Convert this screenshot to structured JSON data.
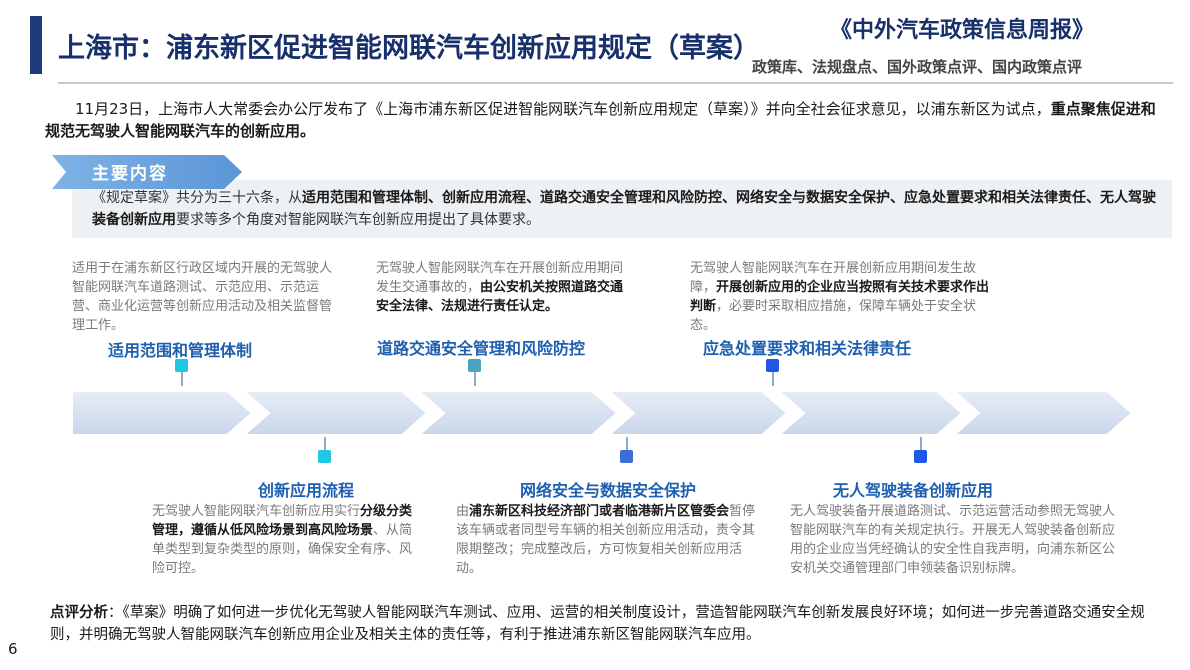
{
  "header": {
    "title": "上海市：浦东新区促进智能网联汽车创新应用规定（草案）",
    "publication": "《中外汽车政策信息周报》",
    "tagline": "政策库、法规盘点、国外政策点评、国内政策点评"
  },
  "intro": {
    "text": "11月23日，上海市人大常委会办公厅发布了《上海市浦东新区促进智能网联汽车创新应用规定（草案）》并向全社会征求意见，以浦东新区为试点，",
    "bold": "重点聚焦促进和规范无驾驶人智能网联汽车的创新应用。"
  },
  "main": {
    "label": "主要内容",
    "p1": "《规定草案》共分为三十六条，从",
    "b1": "适用范围和管理体制、创新应用流程、道路交通安全管理和风险防控、网络安全与数据安全保护、应急处置要求和相关法律责任、无人驾驶装备创新应用",
    "p2": "要求等多个角度对智能网联汽车创新应用提出了具体要求。"
  },
  "items": [
    {
      "title": "适用范围和管理体制",
      "color": "#1ec8e0",
      "desc_a": "适用于在浦东新区行政区域内开展的无驾驶人智能网联汽车道路测试、示范应用、示范运营、商业化运营等创新应用活动及相关监督管理工作。",
      "desc_b": "",
      "desc_c": ""
    },
    {
      "title": "创新应用流程",
      "color": "#1ec8e0",
      "desc_a": "无驾驶人智能网联汽车创新应用实行",
      "desc_b": "分级分类管理，遵循从低风险场景到高风险场景",
      "desc_c": "、从简单类型到复杂类型的原则，确保安全有序、风险可控。"
    },
    {
      "title": "道路交通安全管理和风险防控",
      "color": "#4aa3c0",
      "desc_a": "无驾驶人智能网联汽车在开展创新应用期间发生交通事故的，",
      "desc_b": "由公安机关按照道路交通安全法律、法规进行责任认定。",
      "desc_c": ""
    },
    {
      "title": "网络安全与数据安全保护",
      "color": "#3a6fd8",
      "desc_a": "由",
      "desc_b": "浦东新区科技经济部门或者临港新片区管委会",
      "desc_c": "暂停该车辆或者同型号车辆的相关创新应用活动，责令其限期整改；完成整改后，方可恢复相关创新应用活动。"
    },
    {
      "title": "应急处置要求和相关法律责任",
      "color": "#1f57e6",
      "desc_a": "无驾驶人智能网联汽车在开展创新应用期间发生故障，",
      "desc_b": "开展创新应用的企业应当按照有关技术要求作出判断",
      "desc_c": "，必要时采取相应措施，保障车辆处于安全状态。"
    },
    {
      "title": "无人驾驶装备创新应用",
      "color": "#1f57e6",
      "desc_a": "无人驾驶装备开展道路测试、示范运营活动参照无驾驶人智能网联汽车的有关规定执行。开展无人驾驶装备创新应用的企业应当凭经确认的安全性自我声明，向浦东新区公安机关交通管理部门申领装备识别标牌。",
      "desc_b": "",
      "desc_c": ""
    }
  ],
  "footer": {
    "label": "点评分析",
    "text": "：《草案》明确了如何进一步优化无驾驶人智能网联汽车测试、应用、运营的相关制度设计，营造智能网联汽车创新发展良好环境；如何进一步完善道路交通安全规则，并明确无驾驶人智能网联汽车创新应用企业及相关主体的责任等，有利于推进浦东新区智能网联汽车应用。"
  },
  "page_number": "6"
}
